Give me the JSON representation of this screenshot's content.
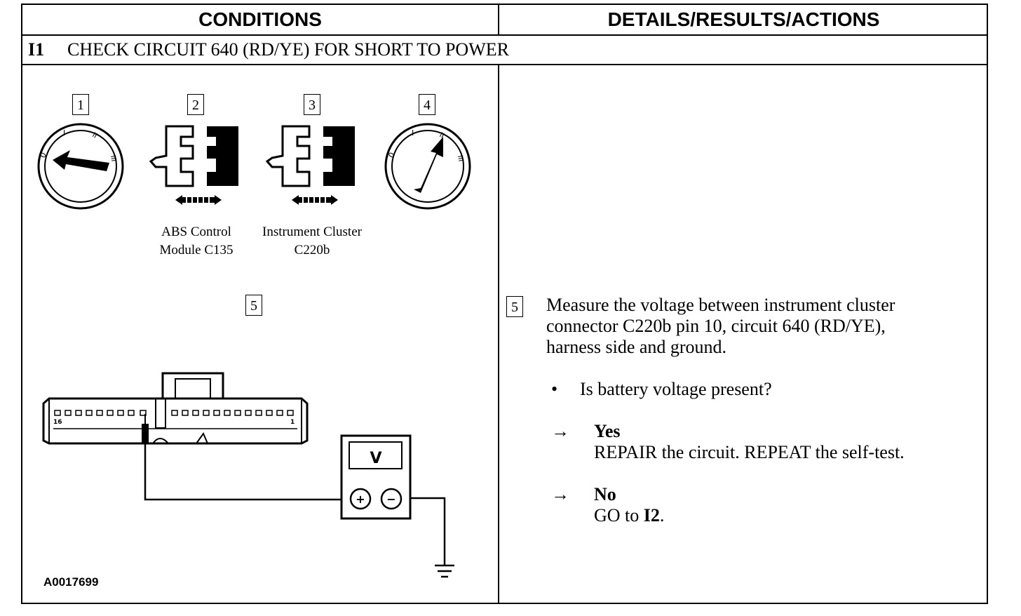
{
  "header": {
    "conditions": "CONDITIONS",
    "details": "DETAILS/RESULTS/ACTIONS"
  },
  "step": {
    "id": "I1",
    "title": "CHECK CIRCUIT 640 (RD/YE) FOR SHORT TO POWER"
  },
  "diagram": {
    "callouts": [
      "1",
      "2",
      "3",
      "4",
      "5"
    ],
    "connector_a_label": [
      "ABS Control",
      "Module C135"
    ],
    "connector_b_label": [
      "Instrument Cluster",
      "C220b"
    ],
    "ignition_marks": [
      "0",
      "I",
      "II",
      "III"
    ],
    "pin_labels": [
      "16",
      "1"
    ],
    "meter": {
      "display": "V",
      "plus": "+",
      "minus": "−"
    },
    "figure_id": "A0017699"
  },
  "details": {
    "callout": "5",
    "instruction_lines": [
      "Measure the voltage between instrument cluster",
      "connector C220b pin 10, circuit 640 (RD/YE),",
      "harness side and ground."
    ],
    "question_bullet": "•",
    "question": "Is battery voltage present?",
    "arrow": "→",
    "yes_label": "Yes",
    "yes_action": "REPAIR the circuit. REPEAT the self-test.",
    "no_label": "No",
    "no_action_prefix": "GO to ",
    "no_action_step": "I2",
    "no_action_suffix": "."
  }
}
